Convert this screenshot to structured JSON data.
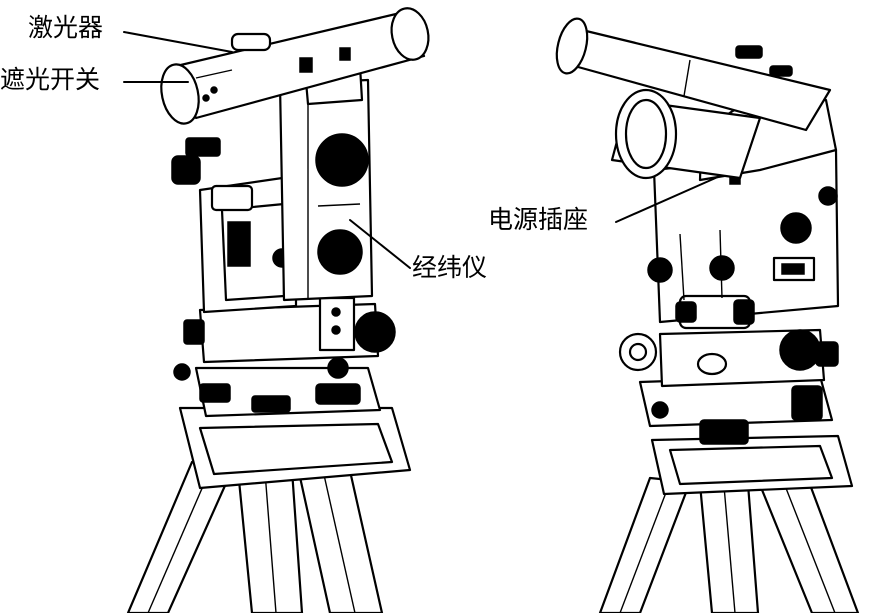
{
  "labels": {
    "laser": "激光器",
    "shutter": "遮光开关",
    "theodolite": "经纬仪",
    "socket": "电源插座"
  }
}
